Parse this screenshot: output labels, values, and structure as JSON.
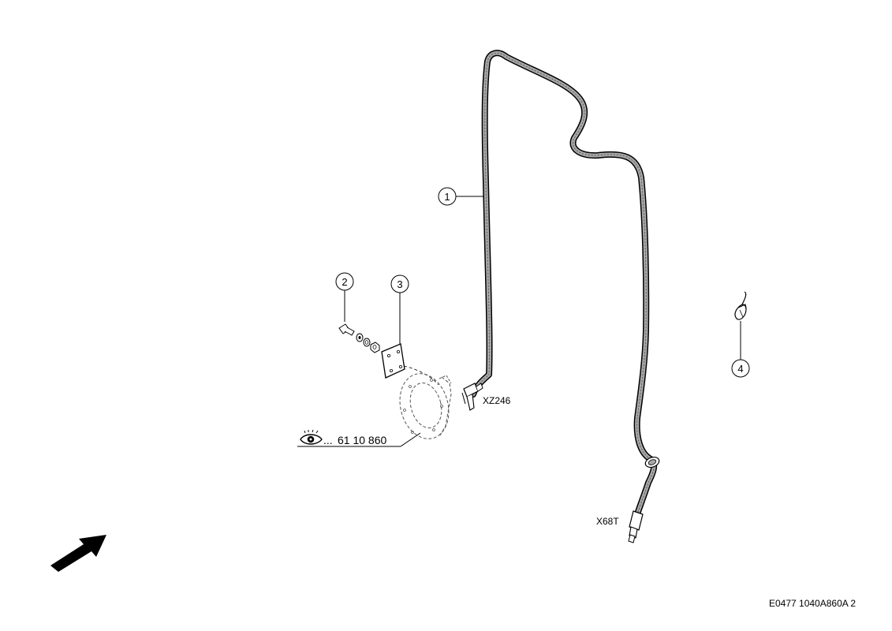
{
  "diagram": {
    "callouts": [
      {
        "label": "1",
        "part": "wiring-harness"
      },
      {
        "label": "2",
        "part": "bolt-washer-nut-set"
      },
      {
        "label": "3",
        "part": "mounting-plate"
      },
      {
        "label": "4",
        "part": "cable-tie"
      }
    ],
    "connectors": {
      "upper": "XZ246",
      "lower": "X68T"
    },
    "reference": {
      "icon": "eye-icon",
      "prefix": "...",
      "number": "61 10 860"
    },
    "drawing_id": "E0477 1040A860A 2",
    "colors": {
      "line": "#000000",
      "cable_fill": "#a8a8a8",
      "background": "#ffffff"
    }
  }
}
